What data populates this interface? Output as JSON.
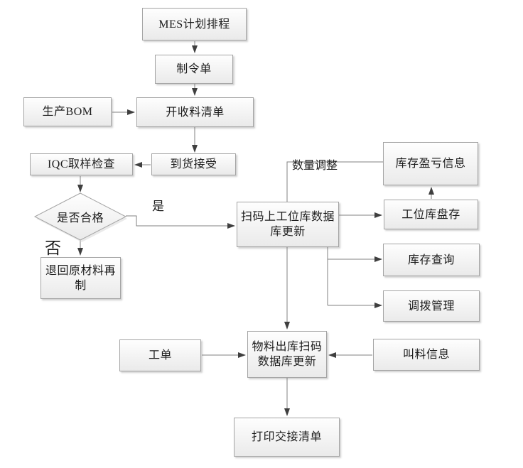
{
  "flowchart": {
    "nodes": {
      "mes_plan": {
        "label": "MES计划排程"
      },
      "zhiling_dan": {
        "label": "制令单"
      },
      "shengchan_bom": {
        "label": "生产BOM"
      },
      "kaishouliao": {
        "label": "开收料清单"
      },
      "daohuo_jieshou": {
        "label": "到货接受"
      },
      "iqc_check": {
        "label": "IQC取样检查"
      },
      "decision": {
        "label": "是否合格"
      },
      "tuihui": {
        "label": "退回原材料再制",
        "lines": [
          "退回原材料再",
          "制"
        ]
      },
      "saoma_update": {
        "label": "扫码上工位库数据库更新",
        "lines": [
          "扫码上工位库数据",
          "库更新"
        ]
      },
      "kucun_yingkui": {
        "label": "库存盈亏信息"
      },
      "gongwei_pancun": {
        "label": "工位库盘存"
      },
      "kucun_chaxun": {
        "label": "库存查询"
      },
      "diaobo_guanli": {
        "label": "调拨管理"
      },
      "gongdan": {
        "label": "工单"
      },
      "wuliao_chuku": {
        "label": "物料出库扫码数据库更新",
        "lines": [
          "物料出库扫码",
          "数据库更新"
        ]
      },
      "jiaoliao_xinxi": {
        "label": "叫料信息"
      },
      "dayin_qingdan": {
        "label": "打印交接清单"
      }
    },
    "edge_labels": {
      "yes": "是",
      "no": "否",
      "quantity_adjust": "数量调整"
    },
    "edges": [
      {
        "from": "MES计划排程",
        "to": "制令单"
      },
      {
        "from": "制令单",
        "to": "开收料清单"
      },
      {
        "from": "生产BOM",
        "to": "开收料清单"
      },
      {
        "from": "开收料清单",
        "to": "到货接受"
      },
      {
        "from": "到货接受",
        "to": "IQC取样检查"
      },
      {
        "from": "IQC取样检查",
        "to": "是否合格"
      },
      {
        "from": "是否合格",
        "to": "退回原材料再制",
        "label": "否"
      },
      {
        "from": "是否合格",
        "to": "扫码上工位库数据库更新",
        "label": "是"
      },
      {
        "from": "扫码上工位库数据库更新",
        "to": "库存盈亏信息",
        "label": "数量调整"
      },
      {
        "from": "扫码上工位库数据库更新",
        "to": "工位库盘存"
      },
      {
        "from": "工位库盘存",
        "to": "库存盈亏信息"
      },
      {
        "from": "扫码上工位库数据库更新",
        "to": "库存查询"
      },
      {
        "from": "扫码上工位库数据库更新",
        "to": "调拨管理"
      },
      {
        "from": "扫码上工位库数据库更新",
        "to": "物料出库扫码数据库更新"
      },
      {
        "from": "工单",
        "to": "物料出库扫码数据库更新"
      },
      {
        "from": "叫料信息",
        "to": "物料出库扫码数据库更新"
      },
      {
        "from": "物料出库扫码数据库更新",
        "to": "打印交接清单"
      }
    ],
    "colors": {
      "background": "#ffffff",
      "box_border": "#a4a4a4",
      "box_fill_top": "#fefefe",
      "box_fill_bottom": "#eaeaea",
      "connector_line": "#808080",
      "arrowhead": "#3f3f3f",
      "text": "#1c1c1c"
    }
  }
}
